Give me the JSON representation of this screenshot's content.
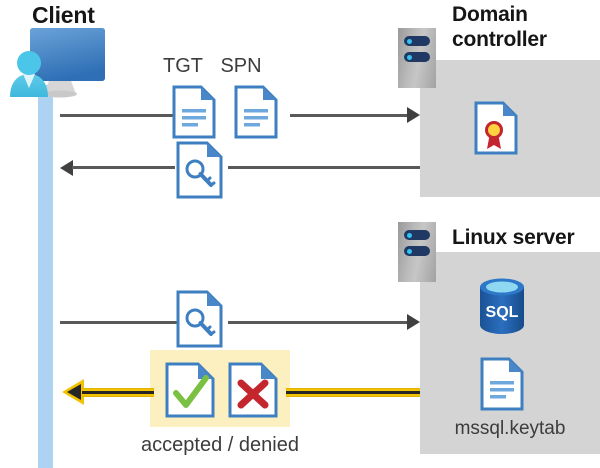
{
  "diagram": {
    "title": "Kerberos authentication flow between client, domain controller and Linux server",
    "colors": {
      "lifeline": "#aed3f2",
      "panel_gray": "#d4d4d4",
      "server_navy": "#1f3864",
      "server_dot_cyan": "#34c3ee",
      "doc_blue": "#3e7fc1",
      "accent_yellow": "#f2c200",
      "highlight_yellow": "#fcf0c0",
      "check_green": "#7ac143",
      "cross_red": "#c4262e",
      "connector_gray": "#595959",
      "sql_blue": "#1f5fa9",
      "cert_gold": "#ffd23f",
      "cert_red": "#c4262e",
      "text_dark": "#161616",
      "text_gray": "#4a4a4a"
    },
    "actors": {
      "client": {
        "label": "Client",
        "icon": "user-monitor-icon"
      },
      "domain_controller": {
        "label": "Domain\ncontroller",
        "line1": "Domain",
        "line2": "controller",
        "icon": "server-icon"
      },
      "linux_server": {
        "label": "Linux server",
        "icon": "server-icon"
      }
    },
    "messages": [
      {
        "id": "msg-tgt-spn",
        "direction": "right",
        "from": "client",
        "to": "domain_controller",
        "artifacts": [
          {
            "label": "TGT",
            "icon": "document-icon"
          },
          {
            "label": "SPN",
            "icon": "document-icon"
          }
        ]
      },
      {
        "id": "msg-service-ticket",
        "direction": "left",
        "from": "domain_controller",
        "to": "client",
        "artifacts": [
          {
            "label": "",
            "icon": "document-key-icon"
          }
        ]
      },
      {
        "id": "msg-present-ticket",
        "direction": "right",
        "from": "client",
        "to": "linux_server",
        "artifacts": [
          {
            "label": "",
            "icon": "document-key-icon"
          }
        ]
      },
      {
        "id": "msg-result",
        "direction": "left",
        "from": "linux_server",
        "to": "client",
        "highlighted": true,
        "caption": "accepted / denied",
        "artifacts": [
          {
            "label": "accepted",
            "icon": "document-check-icon"
          },
          {
            "label": "denied",
            "icon": "document-cross-icon"
          }
        ]
      }
    ],
    "domain_controller_contents": [
      {
        "name": "certificate",
        "icon": "document-certificate-icon",
        "label": ""
      }
    ],
    "linux_server_contents": [
      {
        "name": "sql-database",
        "icon": "sql-database-icon",
        "label": "SQL"
      },
      {
        "name": "keytab-file",
        "icon": "document-icon",
        "label": "mssql.keytab"
      }
    ]
  }
}
